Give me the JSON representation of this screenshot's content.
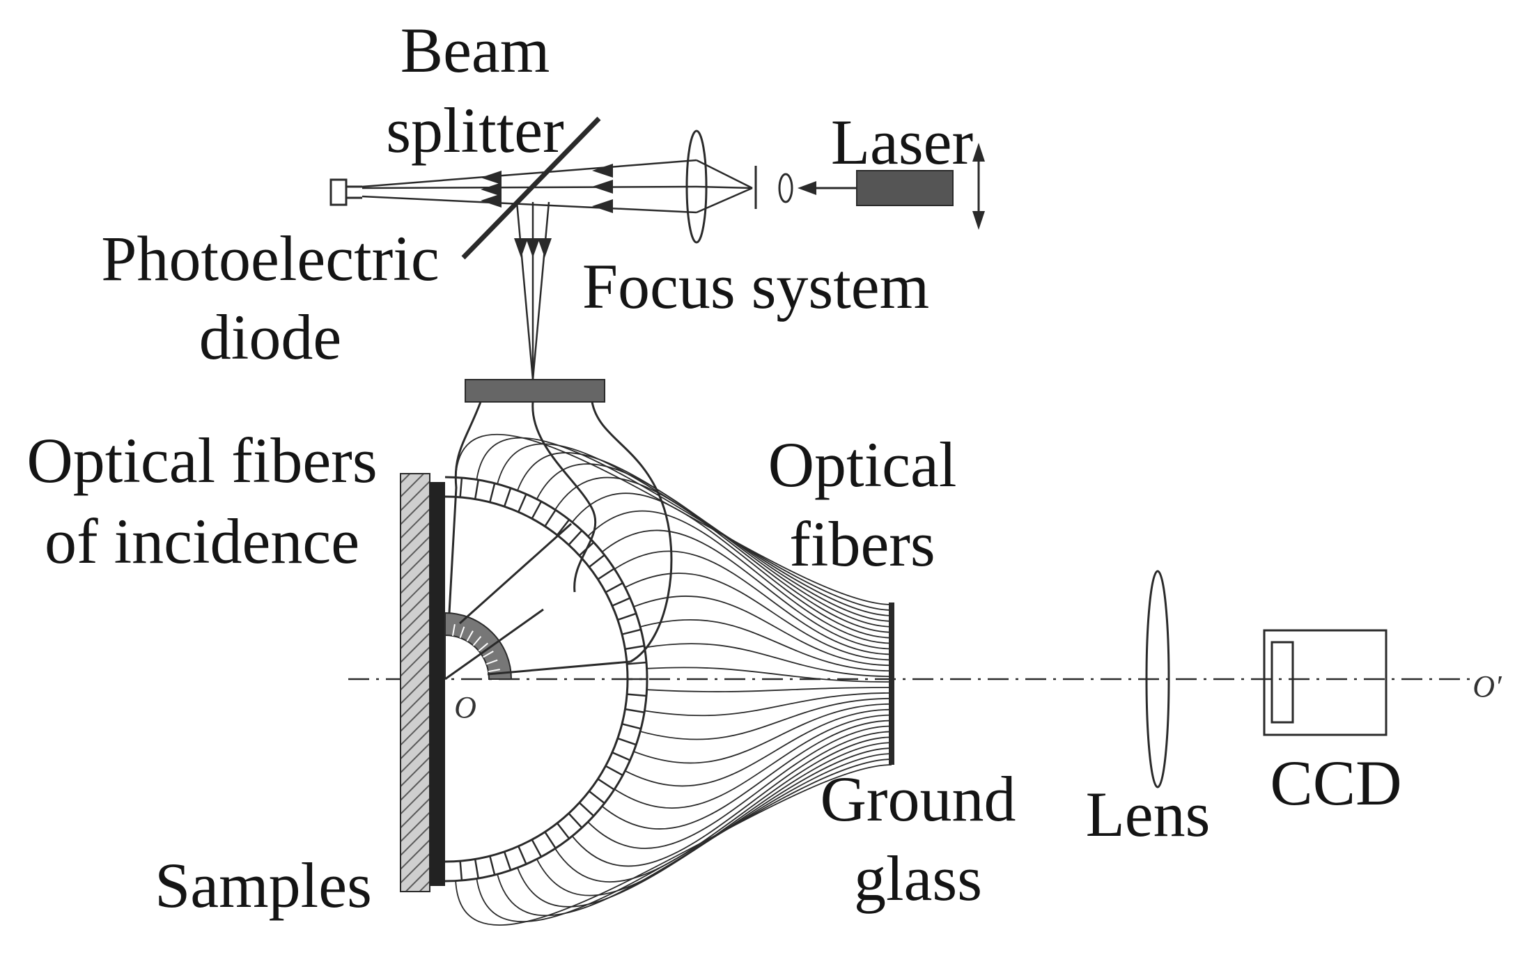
{
  "labels": {
    "beam_splitter_1": "Beam",
    "beam_splitter_2": "splitter",
    "laser": "Laser",
    "photo_1": "Photoelectric",
    "photo_2": "diode",
    "focus": "Focus system",
    "incidence_1": "Optical fibers",
    "incidence_2": "of incidence",
    "fibers_1": "Optical",
    "fibers_2": "fibers",
    "ground_1": "Ground",
    "ground_2": "glass",
    "lens": "Lens",
    "ccd": "CCD",
    "samples": "Samples",
    "origin": "O",
    "origin_prime": "O′"
  },
  "colors": {
    "ink": "#2a2a2a",
    "laser_body": "#555555",
    "fiber_holder": "#666666",
    "sample_plate": "#9a9a9a",
    "arc_holder": "#777777"
  }
}
